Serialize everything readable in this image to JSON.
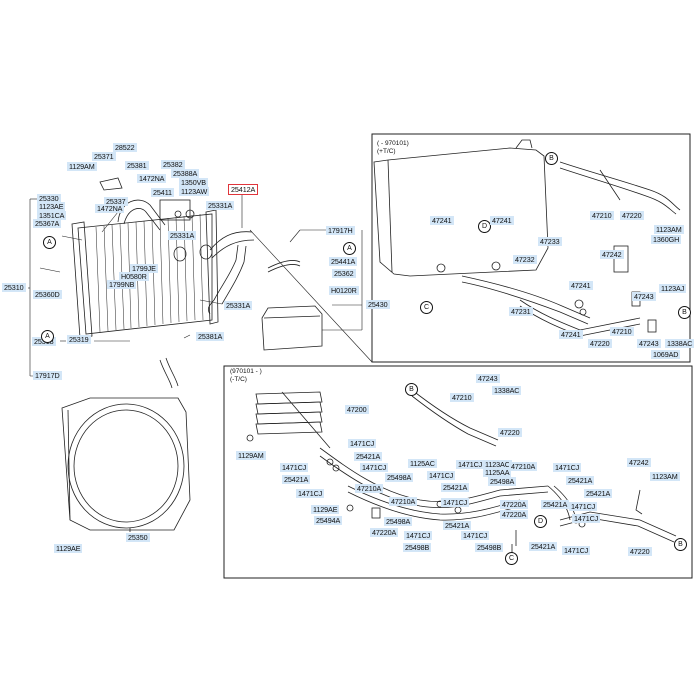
{
  "colors": {
    "label_bg": "#d3e6f7",
    "highlight_border": "#e0353b",
    "line": "#222222"
  },
  "main_labels": {
    "l28522": "28522",
    "l1129AM": "1129AM",
    "l25371": "25371",
    "l25381": "25381",
    "l25382": "25382",
    "l1472NA_a": "1472NA",
    "l25388A": "25388A",
    "l1350VB": "1350VB",
    "l1123AW": "1123AW",
    "l25412A": "25412A",
    "l25330": "25330",
    "l25337": "25337",
    "l25411": "25411",
    "l1123AE": "1123AE",
    "l1472NA_b": "1472NA",
    "l1351CA": "1351CA",
    "l25367A": "25367A",
    "l25331A_a": "25331A",
    "l25331A_b": "25331A",
    "l25331A_c": "25331A",
    "l25310": "25310",
    "l1799JE": "1799JE",
    "lH0580R": "H0580R",
    "l1799NB": "1799NB",
    "l25360D": "25360D",
    "l17917H": "17917H",
    "l25441A": "25441A",
    "l25362": "25362",
    "lH0120R": "H0120R",
    "l25430": "25430",
    "l25318": "25318",
    "l25319": "25319",
    "l25381A": "25381A",
    "l17917D": "17917D",
    "l25350": "25350",
    "l1129AE_fan": "1129AE"
  },
  "top_right_panel": {
    "note": "( - 970101)\n(+T/C)",
    "labels": {
      "l47241_a": "47241",
      "l47241_b": "47241",
      "l47241_c": "47241",
      "l47241_d": "47241",
      "l47233": "47233",
      "l47232": "47232",
      "l47231": "47231",
      "l47210": "47210",
      "l47220_a": "47220",
      "l47220_b": "47220",
      "l1123AM": "1123AM",
      "l1360GH": "1360GH",
      "l47242": "47242",
      "l47243": "47243",
      "l1123AJ": "1123AJ",
      "l47210_b": "47210",
      "l47243_b": "47243",
      "l1338AC": "1338AC",
      "l1069AD": "1069AD"
    },
    "markers": [
      "B",
      "D",
      "C",
      "B"
    ]
  },
  "bottom_right_panel": {
    "note": "(970101 - )\n(-T/C)",
    "labels": {
      "l47200": "47200",
      "l47243": "47243",
      "l1338AC": "1338AC",
      "l47210": "47210",
      "l47220_top": "47220",
      "l1129AM": "1129AM",
      "l1471CJ_a": "1471CJ",
      "l1471CJ_b": "1471CJ",
      "l1471CJ_c": "1471CJ",
      "l1471CJ_d": "1471CJ",
      "l25421A_a": "25421A",
      "l25421A_b": "25421A",
      "l1125AC": "1125AC",
      "l1471CJ_e": "1471CJ",
      "l1123AC": "1123AC",
      "l1125AA": "1125AA",
      "l47210A_a": "47210A",
      "l1471CJ_f": "1471CJ",
      "l47242": "47242",
      "l25498A_a": "25498A",
      "l1471CJ_g": "1471CJ",
      "l25421A_c": "25421A",
      "l25498A_b": "25498A",
      "l25421A_d": "25421A",
      "l47210A_b": "47210A",
      "l1123AM_b": "1123AM",
      "l1129AE": "1129AE",
      "l47210A_c": "47210A",
      "l47220A_a": "47220A",
      "l25421A_e": "25421A",
      "l25494A": "25494A",
      "l25498A_c": "25498A",
      "l1471CJ_h": "1471CJ",
      "l25421A_f": "25421A",
      "l47220A_b": "47220A",
      "l1471CJ_i": "1471CJ",
      "l25421A_g": "25421A",
      "l1471CJ_j": "1471CJ",
      "l47220A_c": "47220A",
      "l25498B_a": "25498B",
      "l1471CJ_k": "1471CJ",
      "l25498B_b": "25498B",
      "l25421A_h": "25421A",
      "l1471CJ_l": "1471CJ",
      "l47220": "47220",
      "l1471CJ_m": "1471CJ",
      "l25421A_i": "25421A"
    },
    "markers": [
      "B",
      "D",
      "C",
      "B"
    ]
  },
  "left_markers": [
    "A",
    "A"
  ]
}
